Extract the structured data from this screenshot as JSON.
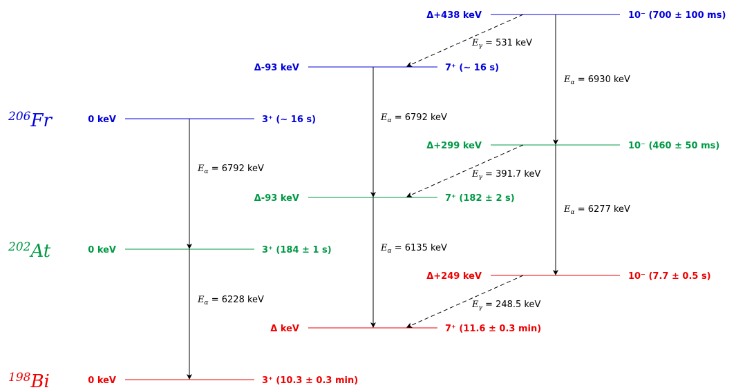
{
  "colors": {
    "fr": "#0000dd",
    "at": "#009944",
    "bi": "#ee0000",
    "black": "#000000"
  },
  "nuclei": {
    "fr": {
      "mass": "206",
      "symbol": "Fr"
    },
    "at": {
      "mass": "202",
      "symbol": "At"
    },
    "bi": {
      "mass": "198",
      "symbol": "Bi"
    }
  },
  "levels": {
    "fr_gs": {
      "energy": "0 keV",
      "state": "3⁺ (∼ 16 s)"
    },
    "fr_7": {
      "energy": "Δ-93 keV",
      "state": "7⁺ (∼ 16 s)"
    },
    "fr_10": {
      "energy": "Δ+438 keV",
      "state": "10⁻ (700 ± 100 ms)"
    },
    "at_gs": {
      "energy": "0 keV",
      "state": "3⁺ (184 ± 1 s)"
    },
    "at_7": {
      "energy": "Δ-93 keV",
      "state": "7⁺ (182 ± 2 s)"
    },
    "at_10": {
      "energy": "Δ+299 keV",
      "state": "10⁻ (460 ± 50 ms)"
    },
    "bi_gs": {
      "energy": "0 keV",
      "state": "3⁺ (10.3 ± 0.3 min)"
    },
    "bi_7": {
      "energy": "Δ keV",
      "state": "7⁺ (11.6 ± 0.3 min)"
    },
    "bi_10": {
      "energy": "Δ+249 keV",
      "state": "10⁻ (7.7 ± 0.5 s)"
    }
  },
  "transitions": {
    "alpha_gs_fr_at": "6792 keV",
    "alpha_gs_at_bi": "6228 keV",
    "alpha_7_fr_at": "6792 keV",
    "alpha_7_at_bi": "6135 keV",
    "alpha_10_fr_at": "6930 keV",
    "alpha_10_at_bi": "6277 keV",
    "gamma_fr": "531 keV",
    "gamma_at": "391.7 keV",
    "gamma_bi": "248.5 keV"
  }
}
